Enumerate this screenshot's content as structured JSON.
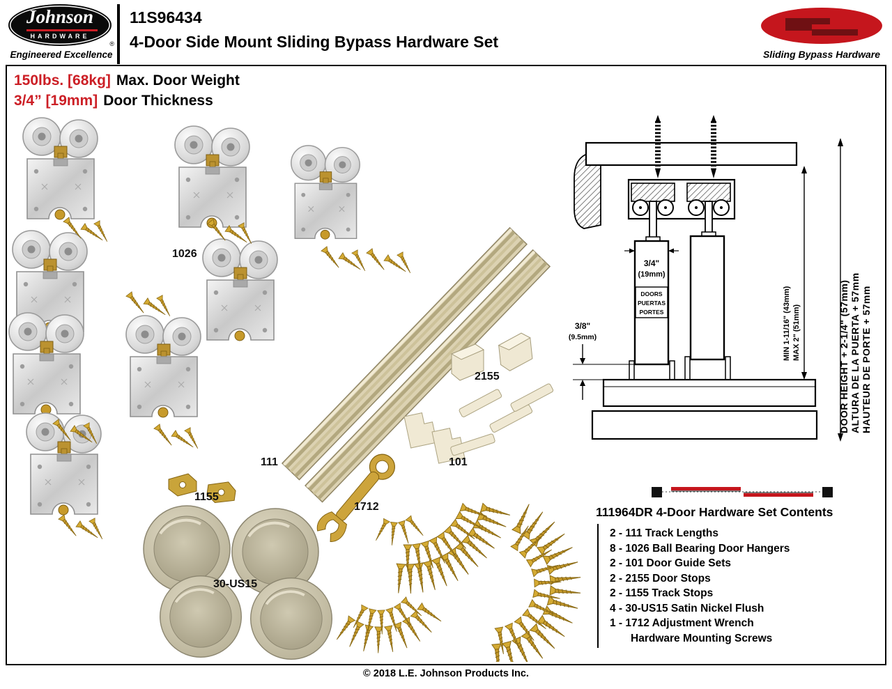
{
  "header": {
    "logo": {
      "brand": "Johnson",
      "brand_sub": "HARDWARE",
      "registered": "®",
      "tagline": "Engineered Excellence"
    },
    "product_number": "11S96434",
    "product_title": "4-Door Side Mount Sliding Bypass Hardware Set",
    "brand_caption": "Sliding Bypass Hardware"
  },
  "specs": {
    "weight_value": "150lbs. [68kg]",
    "weight_label": "Max. Door Weight",
    "thickness_value": "3/4” [19mm]",
    "thickness_label": "Door Thickness"
  },
  "part_labels": {
    "hangers": "1026",
    "track": "111",
    "door_stops": "2155",
    "door_guides": "101",
    "track_stops": "1155",
    "wrench": "1712",
    "flush_pulls": "30-US15"
  },
  "tech_diagram": {
    "door_thickness_1": "3/4\"",
    "door_thickness_2": "(19mm)",
    "floor_clearance_1": "3/8\"",
    "floor_clearance_2": "(9.5mm)",
    "doors_1": "DOORS",
    "doors_2": "PUERTAS",
    "doors_3": "PORTES",
    "min_label": "MIN 1-11/16\" (43mm)",
    "max_label": "MAX 2\" (51mm)",
    "door_height_en": "DOOR HEIGHT + 2-1/4\" (57mm)",
    "door_height_es": "ALTURA DE LA PUERTA + 57mm",
    "door_height_fr": "HAUTEUR DE PORTE + 57mm"
  },
  "contents": {
    "title": "111964DR 4-Door Hardware Set Contents",
    "items": [
      "2 - 111 Track Lengths",
      "8 - 1026 Ball Bearing Door Hangers",
      "2 - 101 Door Guide Sets",
      "2 - 2155 Door Stops",
      "2 - 1155 Track Stops",
      "4 - 30-US15 Satin Nickel Flush",
      "1 - 1712 Adjustment Wrench",
      "Hardware Mounting Screws"
    ]
  },
  "footer": {
    "copyright": "© 2018 L.E. Johnson Products Inc."
  }
}
